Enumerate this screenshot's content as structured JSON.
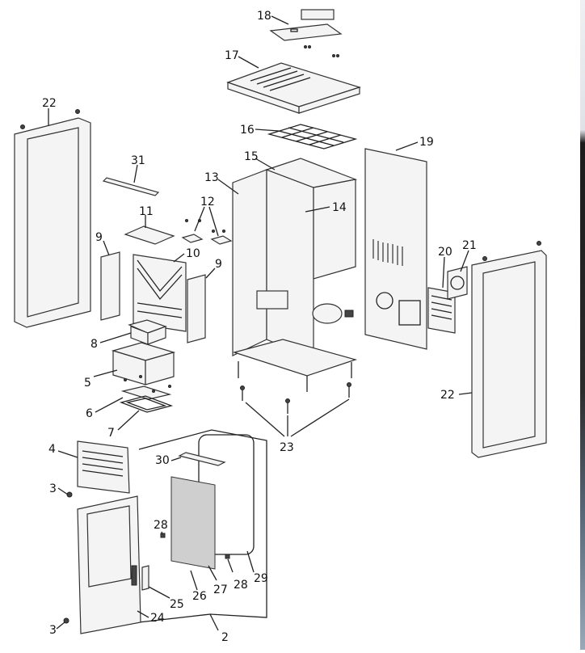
{
  "callouts": [
    {
      "id": "c1",
      "text": "18"
    },
    {
      "id": "c2",
      "text": "17"
    },
    {
      "id": "c3",
      "text": "22"
    },
    {
      "id": "c4",
      "text": "16"
    },
    {
      "id": "c5",
      "text": "15"
    },
    {
      "id": "c6",
      "text": "19"
    },
    {
      "id": "c7",
      "text": "31"
    },
    {
      "id": "c8",
      "text": "13"
    },
    {
      "id": "c9",
      "text": "12"
    },
    {
      "id": "c10",
      "text": "14"
    },
    {
      "id": "c11",
      "text": "11"
    },
    {
      "id": "c12",
      "text": "9"
    },
    {
      "id": "c13",
      "text": "10"
    },
    {
      "id": "c14",
      "text": "9"
    },
    {
      "id": "c15",
      "text": "20"
    },
    {
      "id": "c16",
      "text": "21"
    },
    {
      "id": "c17",
      "text": "8"
    },
    {
      "id": "c18",
      "text": "5"
    },
    {
      "id": "c19",
      "text": "22"
    },
    {
      "id": "c20",
      "text": "6"
    },
    {
      "id": "c21",
      "text": "7"
    },
    {
      "id": "c22",
      "text": "23"
    },
    {
      "id": "c23",
      "text": "4"
    },
    {
      "id": "c24",
      "text": "30"
    },
    {
      "id": "c25",
      "text": "3"
    },
    {
      "id": "c26",
      "text": "28"
    },
    {
      "id": "c27",
      "text": "28"
    },
    {
      "id": "c28",
      "text": "29"
    },
    {
      "id": "c29",
      "text": "25"
    },
    {
      "id": "c30",
      "text": "26"
    },
    {
      "id": "c31",
      "text": "27"
    },
    {
      "id": "c32",
      "text": "24"
    },
    {
      "id": "c33",
      "text": "3"
    },
    {
      "id": "c34",
      "text": "2"
    }
  ]
}
